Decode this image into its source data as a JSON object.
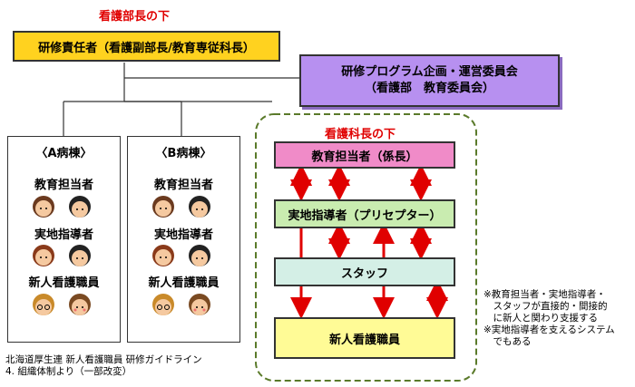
{
  "top_heading": "看護部長の下",
  "training_lead": "研修責任者（看護副部長/教育専従科長）",
  "committee": {
    "line1": "研修プログラム企画・運営委員会",
    "line2": "（看護部　教育委員会）"
  },
  "section_heading": "看護科長の下",
  "boxes": {
    "educator": "教育担当者（係長）",
    "preceptor": "実地指導者（プリセプター）",
    "staff": "スタッフ",
    "new_nurse": "新人看護職員"
  },
  "wards": [
    {
      "title": "〈A病棟〉",
      "roles": [
        "教育担当者",
        "実地指導者",
        "新人看護職員"
      ]
    },
    {
      "title": "〈B病棟〉",
      "roles": [
        "教育担当者",
        "実地指導者",
        "新人看護職員"
      ]
    }
  ],
  "notes": [
    "※教育担当者・実地指導者・",
    "　スタッフが直接的・間接的",
    "　に新人と関わり支援する",
    "※実地指導者を支えるシステム",
    "　でもある"
  ],
  "source": {
    "line1": "北海道厚生連 新人看護職員 研修ガイドライン",
    "line2": "4.  組織体制より（一部改変）"
  },
  "colors": {
    "gold": "#ffd21f",
    "purple": "#b790f0",
    "pink": "#f08bc8",
    "green": "#c9ecb0",
    "mint": "#d4efe6",
    "yellow": "#fffb96",
    "arrow_red": "#e00000",
    "dashed_border": "#5a7a2a"
  }
}
